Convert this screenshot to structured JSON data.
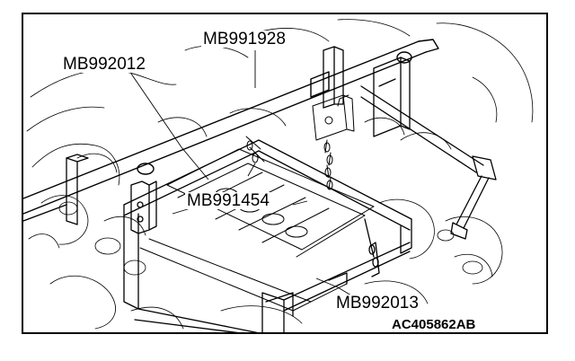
{
  "callouts": {
    "mb991928": "MB991928",
    "mb992012": "MB992012",
    "mb991454": "MB991454",
    "mb992013": "MB992013"
  },
  "figure_code": "AC405862AB",
  "colors": {
    "line": "#000000",
    "background": "#ffffff"
  }
}
